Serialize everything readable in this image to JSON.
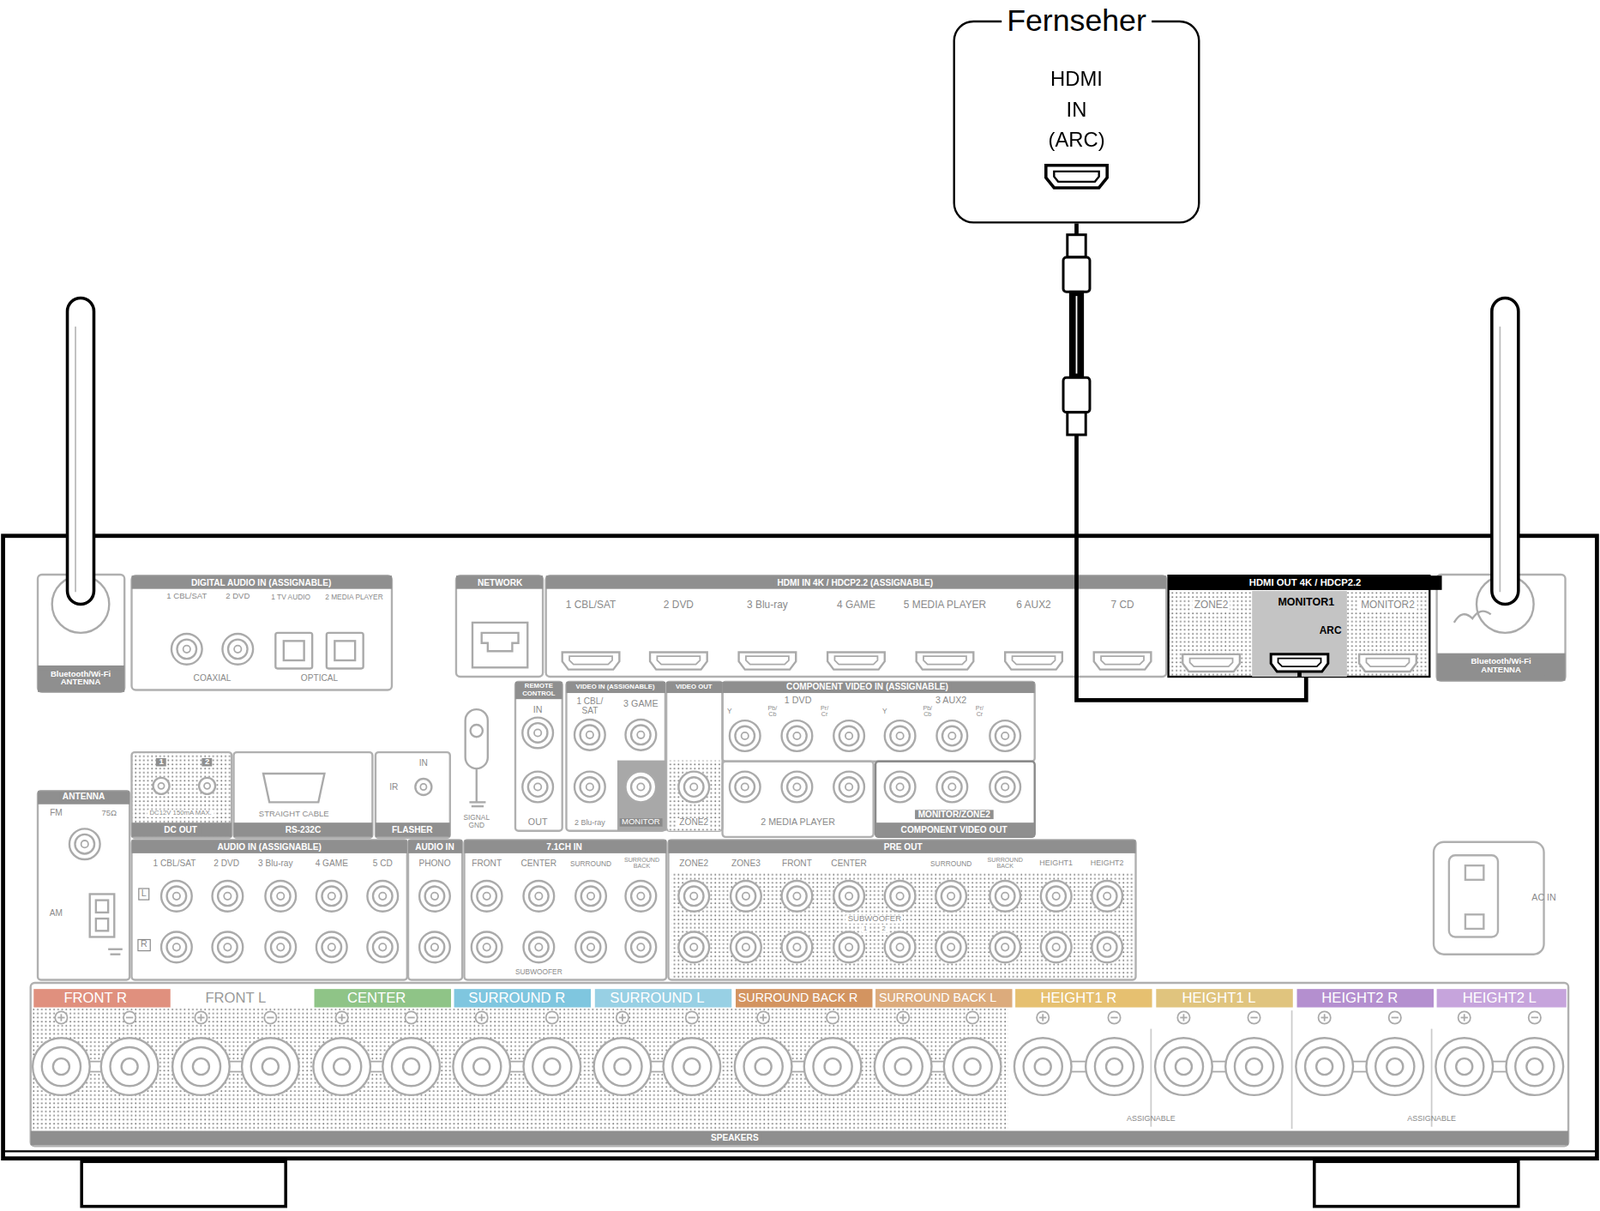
{
  "diagram": {
    "nodes": [
      {
        "text": [
          "Fernseher",
          "HDMI IN (ARC)"
        ]
      },
      {
        "text": [
          "HDMI OUT 4K / HDCP2.2"
        ]
      },
      {
        "text": [
          "MONITOR1",
          "ARC"
        ],
        "in": 1
      }
    ],
    "edges": [
      {
        "from": 0,
        "to": 2,
        "arrow": "none"
      }
    ],
    "labels": [
      "DIGITAL AUDIO IN (ASSIGNABLE)",
      "1 CBL/SAT",
      "2 DVD",
      "1 TV AUDIO",
      "2 MEDIA PLAYER",
      "COAXIAL",
      "OPTICAL",
      "Bluetooth/Wi-Fi ANTENNA",
      "NETWORK",
      "HDMI IN 4K / HDCP2.2 (ASSIGNABLE)",
      "1 CBL/SAT",
      "2 DVD",
      "3 Blu-ray",
      "4 GAME",
      "5 MEDIA PLAYER",
      "6 AUX2",
      "7 CD",
      "ZONE2",
      "MONITOR2",
      "Bluetooth/Wi-Fi ANTENNA",
      "REMOTE CONTROL",
      "IN",
      "OUT",
      "VIDEO IN (ASSIGNABLE)",
      "VIDEO OUT",
      "1 CBL/ SAT",
      "3 GAME",
      "2 Blu-ray",
      "MONITOR",
      "ZONE2",
      "COMPONENT VIDEO IN (ASSIGNABLE)",
      "1 DVD",
      "Y",
      "Pb/ Cb",
      "Pr/ Cr",
      "3 AUX2",
      "Y",
      "Pb/ Cb",
      "Pr/ Cr",
      "2 MEDIA PLAYER",
      "MONITOR/ZONE2",
      "COMPONENT VIDEO OUT",
      "1",
      "2",
      "DC12V 150mA MAX.",
      "DC OUT",
      "STRAIGHT CABLE",
      "RS-232C",
      "IN",
      "IR",
      "FLASHER",
      "SIGNAL GND",
      "ANTENNA",
      "FM",
      "75Ω",
      "AM",
      "AUDIO IN (ASSIGNABLE)",
      "1 CBL/SAT",
      "2 DVD",
      "3 Blu-ray",
      "4 GAME",
      "5 CD",
      "L",
      "R",
      "AUDIO IN",
      "PHONO",
      "7.1CH IN",
      "FRONT",
      "CENTER",
      "SURROUND",
      "SURROUND BACK",
      "SUBWOOFER",
      "PRE OUT",
      "ZONE2",
      "ZONE3",
      "FRONT",
      "CENTER",
      "SURROUND",
      "SURROUND BACK",
      "HEIGHT1",
      "HEIGHT2",
      "SUBWOOFER",
      "1",
      "2",
      "AC IN",
      "FRONT R",
      "FRONT L",
      "CENTER",
      "SURROUND R",
      "SURROUND L",
      "SURROUND BACK R",
      "SURROUND BACK L",
      "HEIGHT1 R",
      "HEIGHT1 L",
      "HEIGHT2 R",
      "HEIGHT2 L",
      "ASSIGNABLE",
      "ASSIGNABLE",
      "SPEAKERS"
    ]
  }
}
